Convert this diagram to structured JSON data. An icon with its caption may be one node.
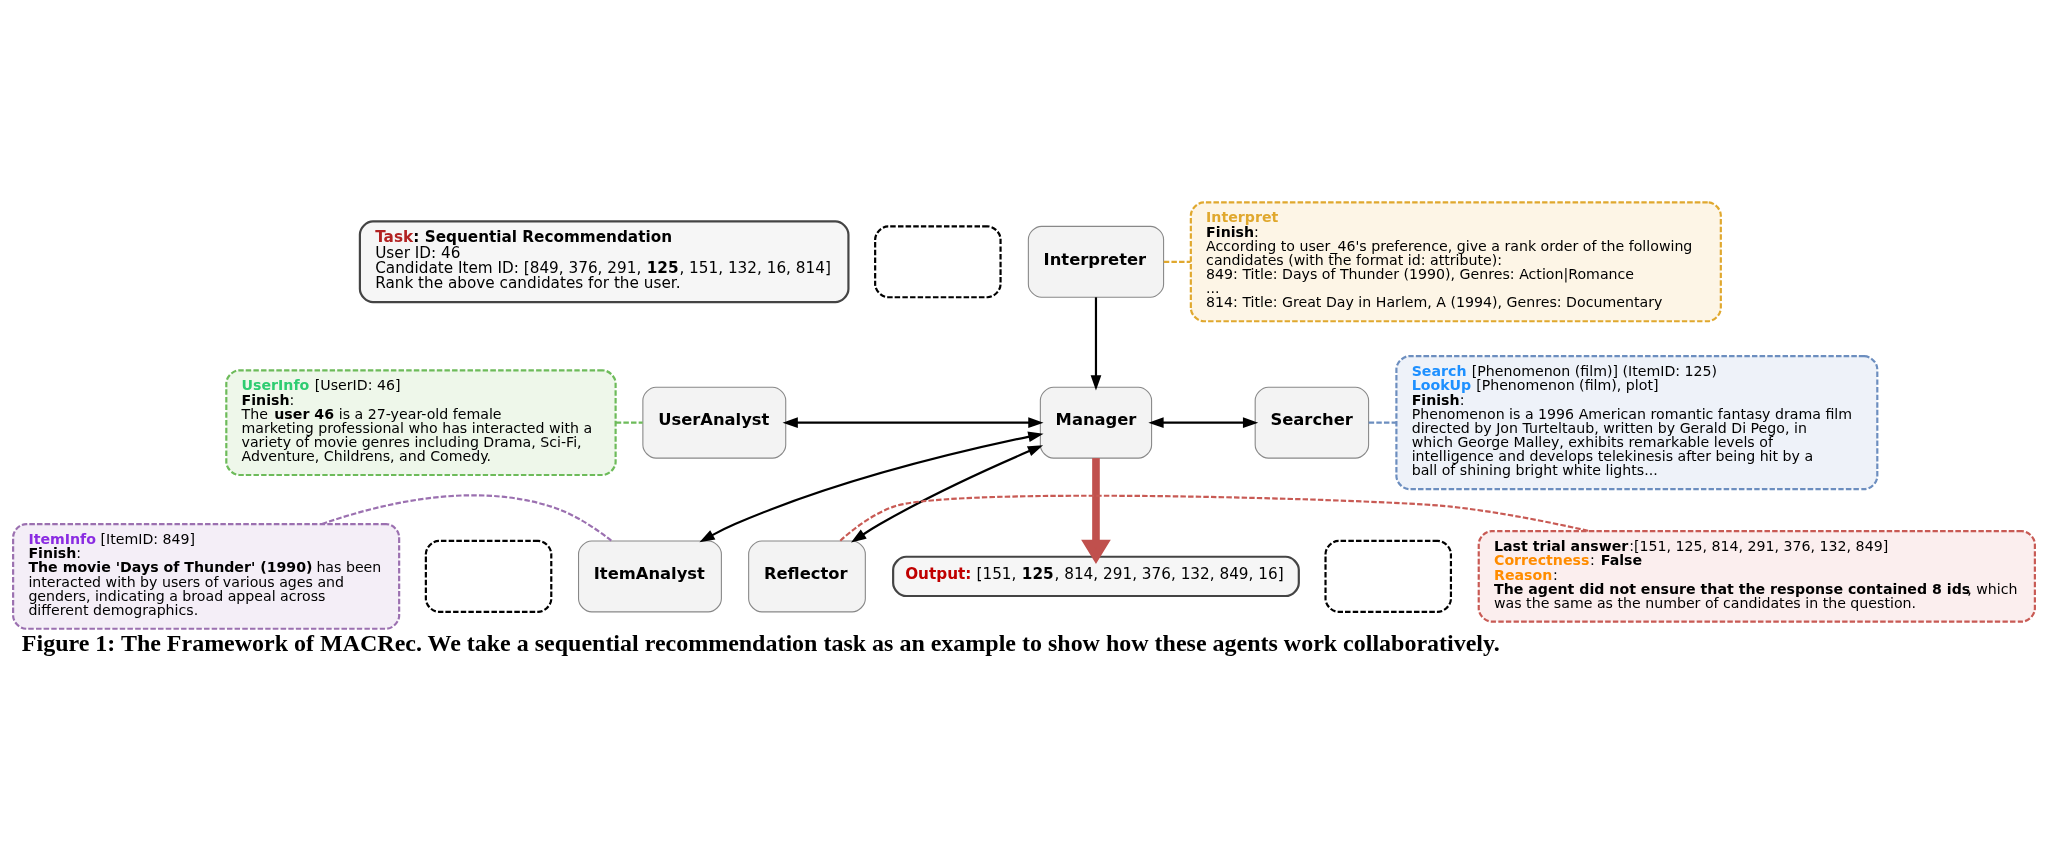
{
  "diagram": {
    "caption": "Figure 1: The Framework of MACRec. We take a sequential recommendation task as an example to show how these agents work collaboratively.",
    "nodes": [
      {
        "text": [
          "**Task**: Sequential Recommendation",
          "User ID: 46",
          "Candidate Item ID: [849, 376, 291, **125**, 151, 132, 16, 814]",
          "Rank the above candidates for the user."
        ]
      },
      {
        "text": [],
        "shape": "box"
      },
      {
        "text": [
          "Interpreter"
        ]
      },
      {
        "text": [
          "**Interpret**",
          "**Finish**:",
          "According to user_46's preference, give a rank order of the following candidates (with the format id: attribute):",
          "849: Title: Days of Thunder (1990), Genres: Action|Romance",
          "...",
          "814: Title: Great Day in Harlem, A (1994), Genres: Documentary"
        ]
      },
      {
        "text": [
          "**UserInfo** [UserID: 46]",
          "**Finish**:",
          "The **user 46** is a 27-year-old female marketing professional who has interacted with a variety of movie genres including Drama, Sci-Fi, Adventure, Childrens, and Comedy."
        ]
      },
      {
        "text": [
          "UserAnalyst"
        ]
      },
      {
        "text": [
          "Manager"
        ]
      },
      {
        "text": [
          "Searcher"
        ]
      },
      {
        "text": [
          "**Search** [Phenomenon (film)] (ItemID: 125)",
          "**LookUp** [Phenomenon (film), plot]",
          "**Finish**:",
          "Phenomenon is a 1996 American romantic fantasy drama film directed by Jon Turteltaub, written by Gerald Di Pego, in which George Malley, exhibits remarkable levels of intelligence and develops telekinesis after being hit by a ball of shining bright white lights..."
        ]
      },
      {
        "text": [],
        "shape": "box"
      },
      {
        "text": [],
        "shape": "box"
      },
      {
        "text": [
          "**ItemInfo** [ItemID: 849]",
          "**Finish**:",
          "**The movie 'Days of Thunder' (1990)** has been interacted with by users of various ages and genders, indicating a broad appeal across different demographics."
        ]
      },
      {
        "text": [
          "ItemAnalyst"
        ]
      },
      {
        "text": [
          "Reflector"
        ]
      },
      {
        "text": [
          "**Last trial answer**:[151, 125, 814, 291, 376, 132, 849]",
          "**Correctness**: **False**",
          "**Reason**:",
          "**The agent did not ensure that the response contained 8 ids**, which was the same as the number of candidates in the question."
        ]
      },
      {
        "text": [
          "**Output:** [151, **125**, 814, 291, 376, 132, 849, 16]"
        ]
      }
    ],
    "edges": [
      {
        "from": 2,
        "to": 6,
        "arrow": "to"
      },
      {
        "from": 5,
        "to": 6,
        "arrow": "both"
      },
      {
        "from": 6,
        "to": 7,
        "arrow": "both"
      },
      {
        "from": 12,
        "to": 6,
        "arrow": "both"
      },
      {
        "from": 6,
        "to": 13,
        "arrow": "both"
      },
      {
        "from": 6,
        "to": 15,
        "arrow": "to",
        "style": "thick",
        "color": "#c0504d"
      },
      {
        "from": 2,
        "to": 3,
        "arrow": "none",
        "style": "dashed",
        "color": "#e0a82e"
      },
      {
        "from": 4,
        "to": 5,
        "arrow": "none",
        "style": "dashed",
        "color": "#6dbb5a"
      },
      {
        "from": 7,
        "to": 8,
        "arrow": "none",
        "style": "dashed",
        "color": "#6c8ebf"
      },
      {
        "from": 11,
        "to": 12,
        "arrow": "none",
        "style": "dashed",
        "color": "#9b70b0"
      },
      {
        "from": 13,
        "to": 14,
        "arrow": "none",
        "style": "dashed",
        "color": "#c85a54"
      }
    ]
  }
}
